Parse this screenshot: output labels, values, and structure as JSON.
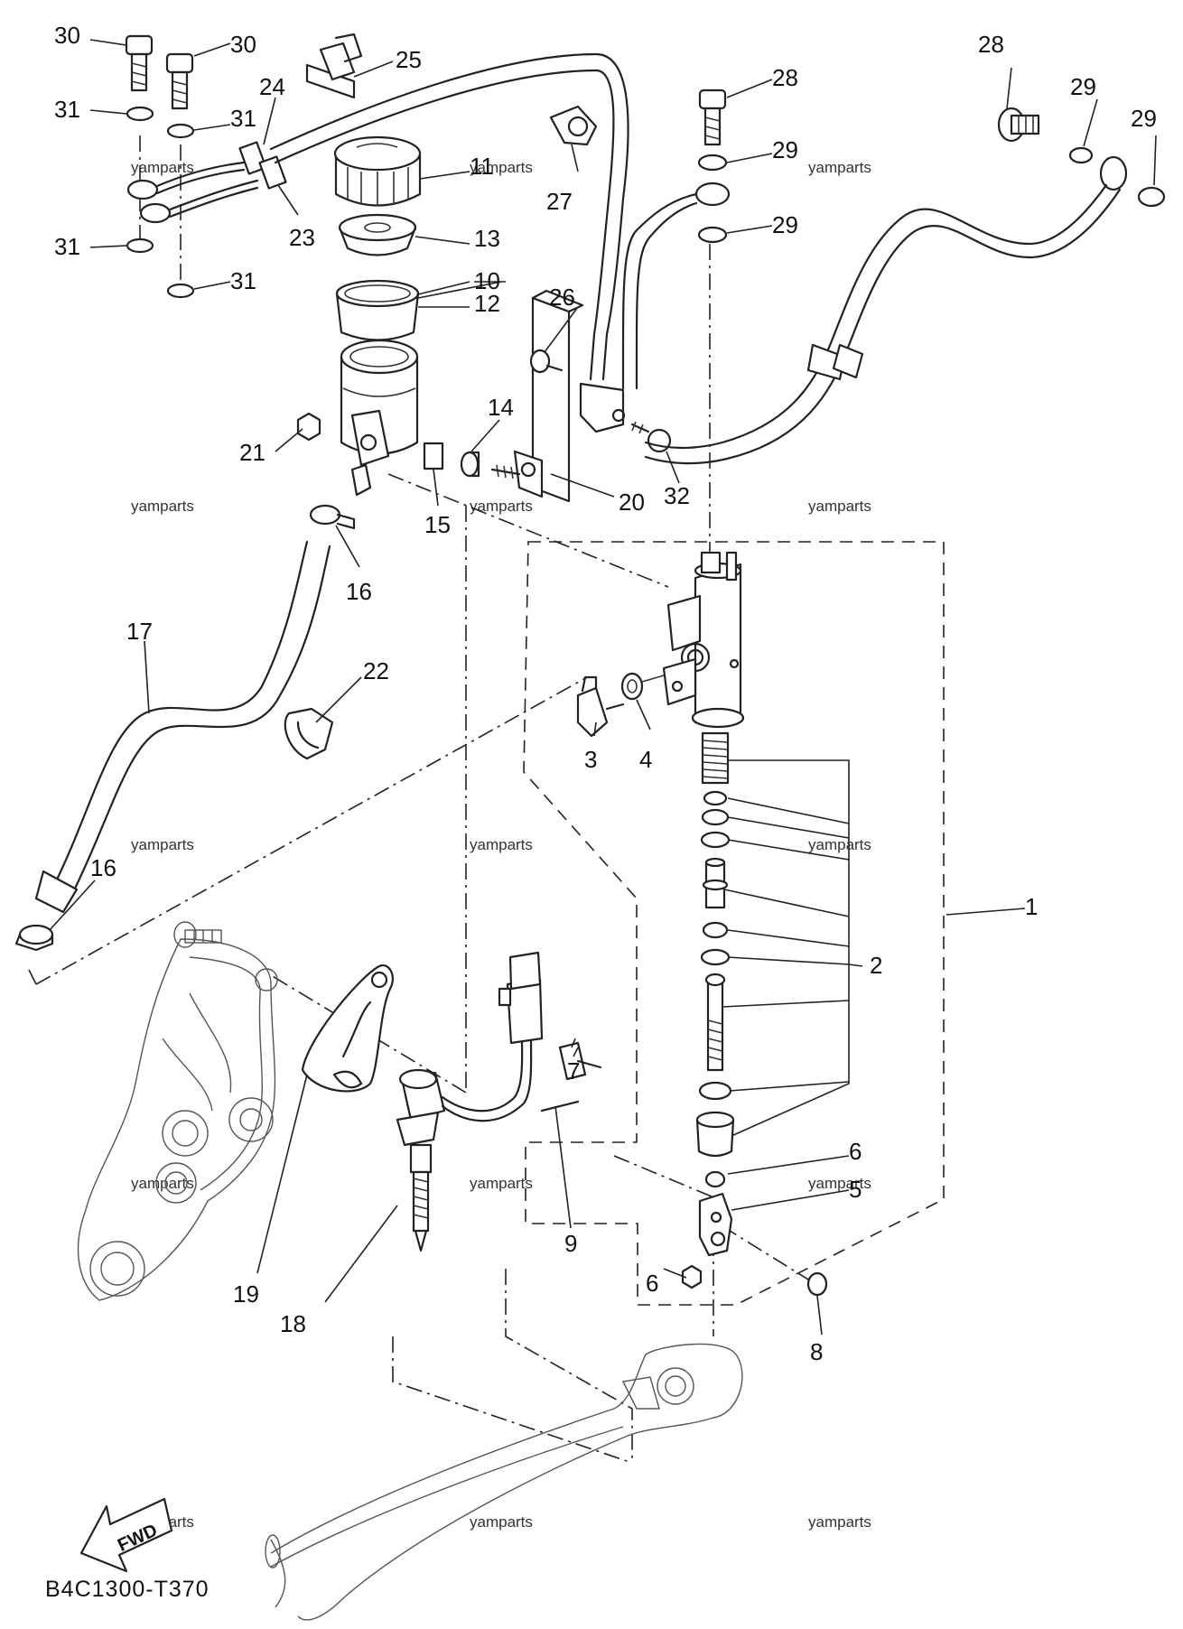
{
  "diagram_code": "B4C1300-T370",
  "fwd_label": "FWD",
  "watermark": "yamparts",
  "labels": {
    "p1": "1",
    "p2": "2",
    "p3": "3",
    "p4": "4",
    "p5": "5",
    "p6": "6",
    "p7": "7",
    "p8": "8",
    "p9": "9",
    "p10": "10",
    "p11": "11",
    "p12": "12",
    "p13": "13",
    "p14": "14",
    "p15": "15",
    "p16": "16",
    "p17": "17",
    "p18": "18",
    "p19": "19",
    "p20": "20",
    "p21": "21",
    "p22": "22",
    "p23": "23",
    "p24": "24",
    "p25": "25",
    "p26": "26",
    "p27": "27",
    "p28": "28",
    "p29": "29",
    "p30": "30",
    "p31": "31",
    "p32": "32"
  }
}
